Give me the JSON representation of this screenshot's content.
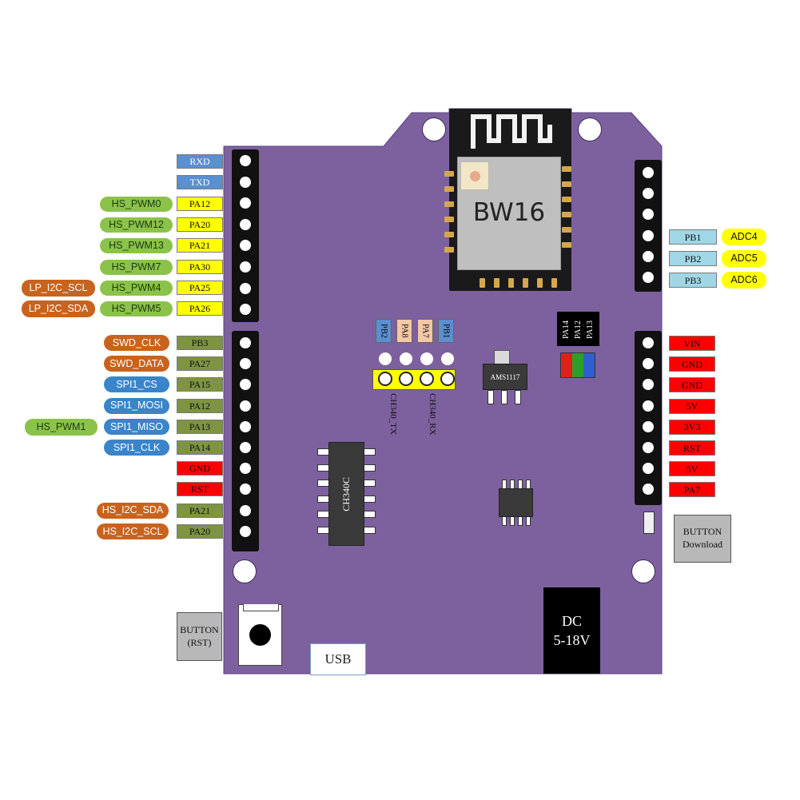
{
  "module": {
    "name": "BW16"
  },
  "chips": {
    "ch340": "CH340C",
    "ldo": "AMS1117"
  },
  "usb": {
    "label": "USB"
  },
  "dc": {
    "line1": "DC",
    "line2": "5-18V"
  },
  "buttons": {
    "rst": {
      "line1": "BUTTON",
      "line2": "(RST)"
    },
    "download": {
      "line1": "BUTTON",
      "line2": "Download"
    }
  },
  "serial_labels": {
    "tx": "CH340_TX",
    "rx": "CH340_RX"
  },
  "jumper_tags": [
    "PB2",
    "PA8",
    "PA7",
    "PB1"
  ],
  "rgb_tags": [
    "PA14",
    "PA12",
    "PA13"
  ],
  "left_top_pins": [
    {
      "pin": "RXD",
      "color": "#5b8fd0",
      "alt": "",
      "alt2": ""
    },
    {
      "pin": "TXD",
      "color": "#5b8fd0",
      "alt": "",
      "alt2": ""
    },
    {
      "pin": "PA12",
      "color": "#ffff00",
      "alt": "HS_PWM0",
      "alt2": ""
    },
    {
      "pin": "PA20",
      "color": "#ffff00",
      "alt": "HS_PWM12",
      "alt2": ""
    },
    {
      "pin": "PA21",
      "color": "#ffff00",
      "alt": "HS_PWM13",
      "alt2": ""
    },
    {
      "pin": "PA30",
      "color": "#ffff00",
      "alt": "HS_PWM7",
      "alt2": ""
    },
    {
      "pin": "PA25",
      "color": "#ffff00",
      "alt": "HS_PWM4",
      "alt2": "LP_I2C_SCL"
    },
    {
      "pin": "PA26",
      "color": "#ffff00",
      "alt": "HS_PWM5",
      "alt2": "LP_I2C_SDA"
    }
  ],
  "left_bottom_pins": [
    {
      "pin": "PB3",
      "color": "#7e9442",
      "alt": "SWD_CLK",
      "altc": "orange",
      "alt2": ""
    },
    {
      "pin": "PA27",
      "color": "#7e9442",
      "alt": "SWD_DATA",
      "altc": "orange",
      "alt2": ""
    },
    {
      "pin": "PA15",
      "color": "#7e9442",
      "alt": "SPI1_CS",
      "altc": "blue",
      "alt2": ""
    },
    {
      "pin": "PA12",
      "color": "#7e9442",
      "alt": "SPI1_MOSI",
      "altc": "blue",
      "alt2": ""
    },
    {
      "pin": "PA13",
      "color": "#7e9442",
      "alt": "SPI1_MISO",
      "altc": "blue",
      "alt2": "HS_PWM1"
    },
    {
      "pin": "PA14",
      "color": "#7e9442",
      "alt": "SPI1_CLK",
      "altc": "blue",
      "alt2": ""
    },
    {
      "pin": "GND",
      "color": "#ff0000",
      "alt": "",
      "altc": "",
      "alt2": ""
    },
    {
      "pin": "RST",
      "color": "#ff0000",
      "alt": "",
      "altc": "",
      "alt2": ""
    },
    {
      "pin": "PA21",
      "color": "#7e9442",
      "alt": "HS_I2C_SDA",
      "altc": "orange",
      "alt2": ""
    },
    {
      "pin": "PA20",
      "color": "#7e9442",
      "alt": "HS_I2C_SCL",
      "altc": "orange",
      "alt2": ""
    }
  ],
  "right_top_pins": [
    {
      "pin": "PB1",
      "color": "#9fd7e6",
      "alt": "ADC4"
    },
    {
      "pin": "PB2",
      "color": "#9fd7e6",
      "alt": "ADC5"
    },
    {
      "pin": "PB3",
      "color": "#9fd7e6",
      "alt": "ADC6"
    }
  ],
  "right_bottom_pins": [
    {
      "pin": "VIN",
      "color": "#ff0000"
    },
    {
      "pin": "GND",
      "color": "#ff0000"
    },
    {
      "pin": "GND",
      "color": "#ff0000"
    },
    {
      "pin": "5V",
      "color": "#ff0000"
    },
    {
      "pin": "3V3",
      "color": "#ff0000"
    },
    {
      "pin": "RST",
      "color": "#ff0000"
    },
    {
      "pin": "5V",
      "color": "#ff0000"
    },
    {
      "pin": "PA7",
      "color": "#ff0000"
    }
  ],
  "colors": {
    "board": "#7d619f",
    "green_pill": "#8bc34a",
    "orange_pill": "#c8631e",
    "blue_pill": "#3a84c9",
    "adc_pill": "#ffff00",
    "jumper_header": "#ffff00",
    "pcb_pad": "#d4a84a"
  }
}
